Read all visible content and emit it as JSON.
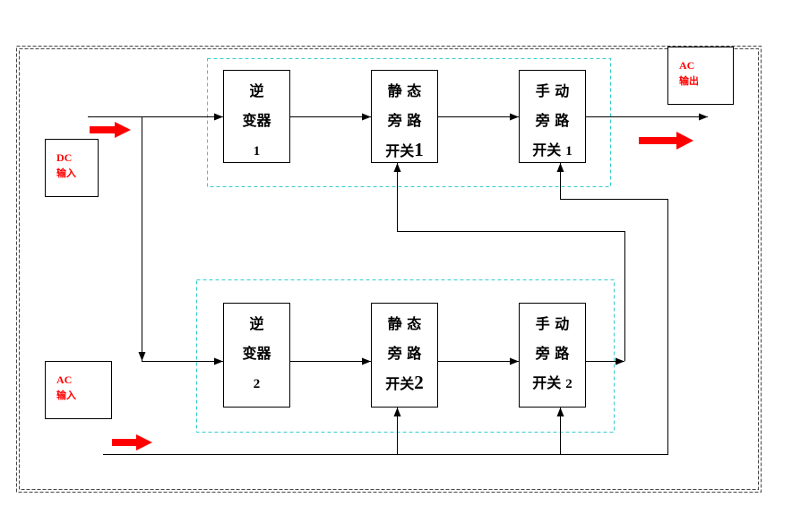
{
  "blocks": {
    "inverter_1": {
      "line1": "逆",
      "line2": "变器",
      "num": "1"
    },
    "static_bypass_1": {
      "line1": "静 态",
      "line2": "旁 路",
      "line3": "开关",
      "num": "1"
    },
    "manual_bypass_1": {
      "line1": "手 动",
      "line2": "旁 路",
      "line3": "开关",
      "num": "1"
    },
    "inverter_2": {
      "line1": "逆",
      "line2": "变器",
      "num": "2"
    },
    "static_bypass_2": {
      "line1": "静 态",
      "line2": "旁 路",
      "line3": "开关",
      "num": "2"
    },
    "manual_bypass_2": {
      "line1": "手 动",
      "line2": "旁 路",
      "line3": "开关",
      "num": "2"
    }
  },
  "terminals": {
    "dc_input": {
      "line1": "DC",
      "line2": "输入"
    },
    "ac_input": {
      "line1": "AC",
      "line2": "输入"
    },
    "ac_output": {
      "line1": "AC",
      "line2": "输出"
    }
  },
  "colors": {
    "terminal_text": "#ff0000",
    "flow_arrow": "#ff0000",
    "module_group_border": "#33cccc",
    "line": "#000000"
  }
}
